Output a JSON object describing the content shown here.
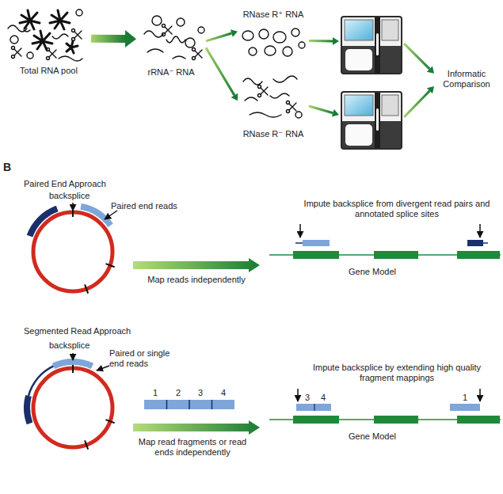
{
  "diagram": {
    "nodes": [
      {
        "text": [
          "Total RNA pool"
        ]
      },
      {
        "text": [
          "rRNA⁻ RNA"
        ]
      },
      {
        "text": [
          "RNase R⁺ RNA"
        ]
      },
      {
        "text": [
          "RNase R⁻ RNA"
        ]
      },
      {
        "text": [
          "Informatic Comparison"
        ]
      }
    ],
    "edges": [
      {
        "from": 0,
        "to": 1,
        "arrow": "to"
      },
      {
        "from": 1,
        "to": 2,
        "arrow": "to"
      },
      {
        "from": 1,
        "to": 3,
        "arrow": "to"
      },
      {
        "from": 2,
        "to": 4,
        "arrow": "to"
      },
      {
        "from": 3,
        "to": 4,
        "arrow": "to"
      }
    ],
    "labels": [
      "B",
      "Paired End Approach",
      "backsplice",
      "Paired end reads",
      "Map reads independently",
      "Impute backsplice from divergent read pairs and annotated splice sites",
      "Gene Model",
      "Segmented Read Approach",
      "backsplice",
      "Paired or single end reads",
      "1",
      "2",
      "3",
      "4",
      "Map read fragments or read ends independently",
      "Impute backsplice by extending high quality fragment mappings",
      "3",
      "4",
      "1",
      "Gene Model"
    ]
  }
}
